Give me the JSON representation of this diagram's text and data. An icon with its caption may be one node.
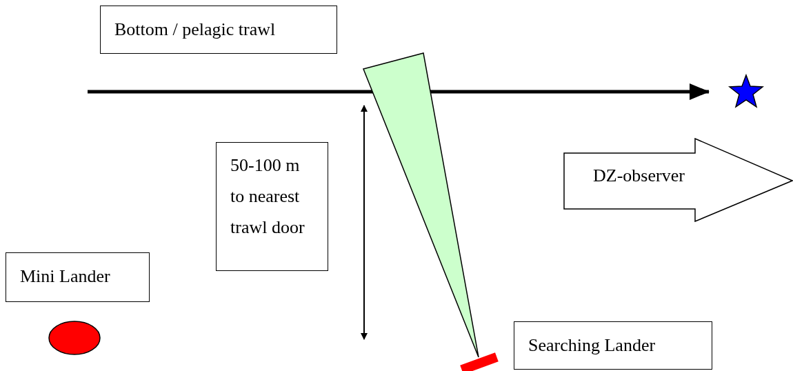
{
  "diagram": {
    "nodes": [
      {
        "text": [
          "Bottom / pelagic trawl"
        ]
      },
      {
        "text": [
          "50-100 m to nearest trawl door"
        ]
      },
      {
        "text": [
          "DZ-observer"
        ]
      },
      {
        "text": [
          "Mini Lander"
        ]
      },
      {
        "text": [
          "Searching Lander"
        ]
      },
      {
        "text": [],
        "shape": "star"
      },
      {
        "text": [],
        "shape": "cone"
      },
      {
        "text": [],
        "shape": "ellipse"
      },
      {
        "text": [],
        "shape": "bar"
      }
    ]
  }
}
